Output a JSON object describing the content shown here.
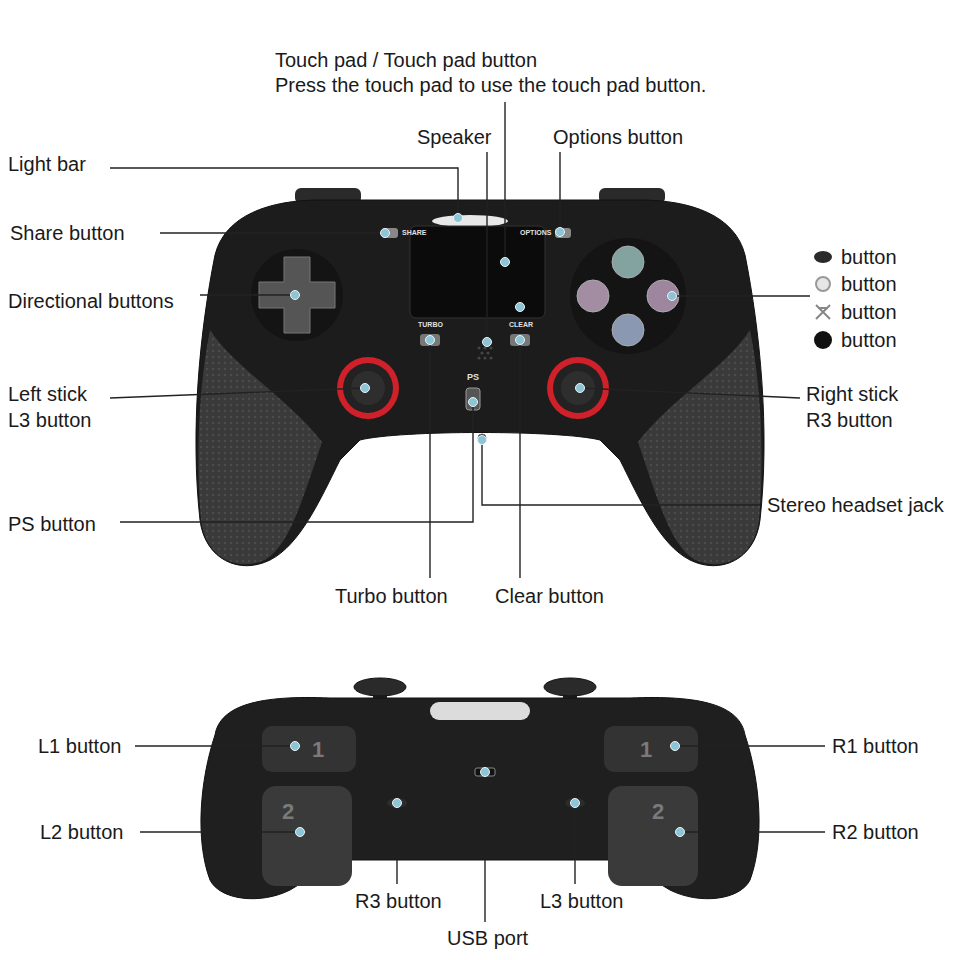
{
  "diagram": {
    "labels": [
      "Touch pad / Touch pad button",
      "Press the touch pad to use the touch pad button.",
      "Speaker",
      "Options button",
      "Light bar",
      "Share button",
      "SHARE",
      "OPTIONS",
      "button",
      "button",
      "button",
      "button",
      "Directional buttons",
      "TURBO",
      "CLEAR",
      "Left stick",
      "L3 button",
      "Right stick",
      "R3 button",
      "PS",
      "Stereo headset jack",
      "PS button",
      "Turbo button",
      "Clear button",
      "L1 button",
      "1",
      "1",
      "R1 button",
      "L2 button",
      "2",
      "2",
      "R2 button",
      "R3 button",
      "L3 button",
      "USB port"
    ]
  }
}
